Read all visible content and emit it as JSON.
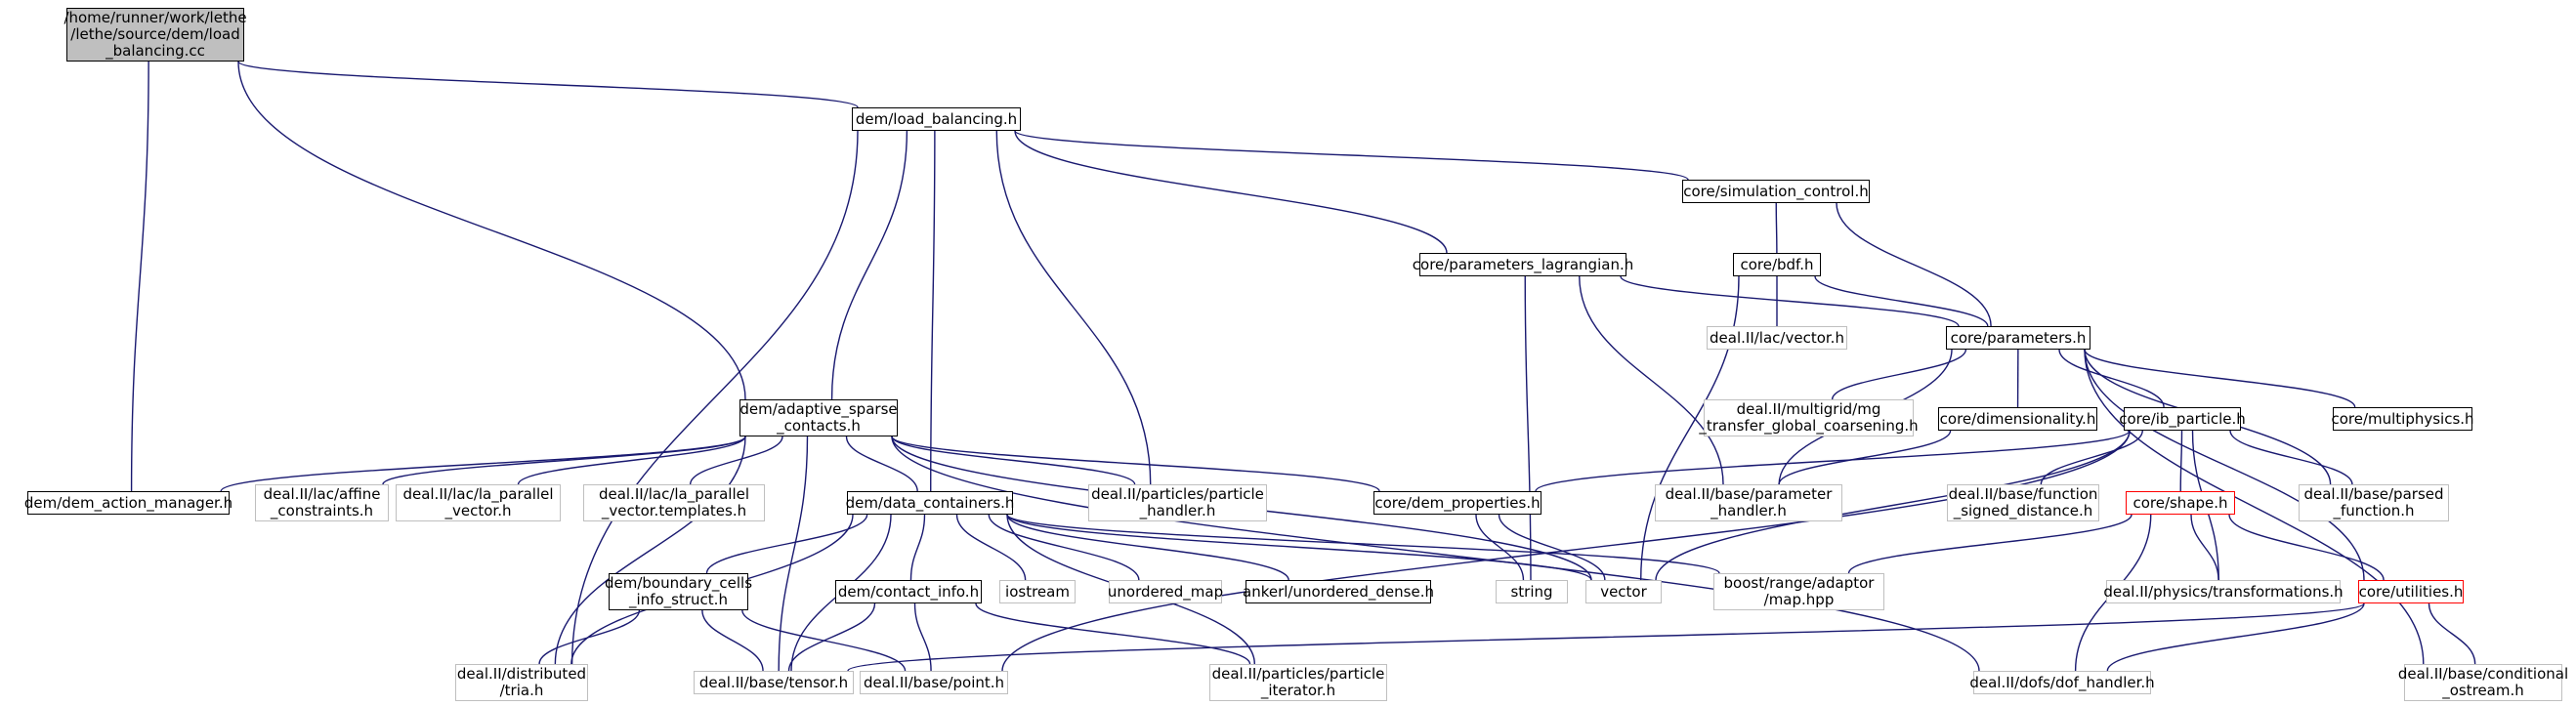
{
  "colors": {
    "edge": "#191970",
    "root_fill": "#bfbfbf",
    "external_border": "#bfbfbf",
    "truncated_border": "#ff0000"
  },
  "nodes": [
    {
      "id": "root",
      "lines": [
        "/home/runner/work/lethe",
        "/lethe/source/dem/load",
        "_balancing.cc"
      ],
      "kind": "root"
    },
    {
      "id": "load_balancing",
      "lines": [
        "dem/load_balancing.h"
      ],
      "kind": "normal"
    },
    {
      "id": "simulation_control",
      "lines": [
        "core/simulation_control.h"
      ],
      "kind": "normal"
    },
    {
      "id": "parameters_lagrangian",
      "lines": [
        "core/parameters_lagrangian.h"
      ],
      "kind": "normal"
    },
    {
      "id": "bdf",
      "lines": [
        "core/bdf.h"
      ],
      "kind": "normal"
    },
    {
      "id": "lac_vector",
      "lines": [
        "deal.II/lac/vector.h"
      ],
      "kind": "external"
    },
    {
      "id": "parameters",
      "lines": [
        "core/parameters.h"
      ],
      "kind": "normal"
    },
    {
      "id": "adaptive_sparse",
      "lines": [
        "dem/adaptive_sparse",
        "_contacts.h"
      ],
      "kind": "normal"
    },
    {
      "id": "mg_transfer",
      "lines": [
        "deal.II/multigrid/mg",
        "_transfer_global_coarsening.h"
      ],
      "kind": "external"
    },
    {
      "id": "dimensionality",
      "lines": [
        "core/dimensionality.h"
      ],
      "kind": "normal"
    },
    {
      "id": "ib_particle",
      "lines": [
        "core/ib_particle.h"
      ],
      "kind": "normal"
    },
    {
      "id": "multiphysics",
      "lines": [
        "core/multiphysics.h"
      ],
      "kind": "normal"
    },
    {
      "id": "dem_action_manager",
      "lines": [
        "dem/dem_action_manager.h"
      ],
      "kind": "normal"
    },
    {
      "id": "affine",
      "lines": [
        "deal.II/lac/affine",
        "_constraints.h"
      ],
      "kind": "external"
    },
    {
      "id": "la_parallel_vector",
      "lines": [
        "deal.II/lac/la_parallel",
        "_vector.h"
      ],
      "kind": "external"
    },
    {
      "id": "la_parallel_templates",
      "lines": [
        "deal.II/lac/la_parallel",
        "_vector.templates.h"
      ],
      "kind": "external"
    },
    {
      "id": "data_containers",
      "lines": [
        "dem/data_containers.h"
      ],
      "kind": "normal"
    },
    {
      "id": "particle_handler",
      "lines": [
        "deal.II/particles/particle",
        "_handler.h"
      ],
      "kind": "external"
    },
    {
      "id": "dem_properties",
      "lines": [
        "core/dem_properties.h"
      ],
      "kind": "normal"
    },
    {
      "id": "parameter_handler",
      "lines": [
        "deal.II/base/parameter",
        "_handler.h"
      ],
      "kind": "external"
    },
    {
      "id": "function_sd",
      "lines": [
        "deal.II/base/function",
        "_signed_distance.h"
      ],
      "kind": "external"
    },
    {
      "id": "shape",
      "lines": [
        "core/shape.h"
      ],
      "kind": "truncated"
    },
    {
      "id": "parsed_function",
      "lines": [
        "deal.II/base/parsed",
        "_function.h"
      ],
      "kind": "external"
    },
    {
      "id": "boundary_cells",
      "lines": [
        "dem/boundary_cells",
        "_info_struct.h"
      ],
      "kind": "normal"
    },
    {
      "id": "contact_info",
      "lines": [
        "dem/contact_info.h"
      ],
      "kind": "normal"
    },
    {
      "id": "iostream",
      "lines": [
        "iostream"
      ],
      "kind": "external"
    },
    {
      "id": "unordered_map",
      "lines": [
        "unordered_map"
      ],
      "kind": "external"
    },
    {
      "id": "unordered_dense",
      "lines": [
        "ankerl/unordered_dense.h"
      ],
      "kind": "normal"
    },
    {
      "id": "string",
      "lines": [
        "string"
      ],
      "kind": "external"
    },
    {
      "id": "vector",
      "lines": [
        "vector"
      ],
      "kind": "external"
    },
    {
      "id": "boost_map",
      "lines": [
        "boost/range/adaptor",
        "/map.hpp"
      ],
      "kind": "external"
    },
    {
      "id": "transformations",
      "lines": [
        "deal.II/physics/transformations.h"
      ],
      "kind": "external"
    },
    {
      "id": "utilities",
      "lines": [
        "core/utilities.h"
      ],
      "kind": "truncated"
    },
    {
      "id": "dist_tria",
      "lines": [
        "deal.II/distributed",
        "/tria.h"
      ],
      "kind": "external"
    },
    {
      "id": "tensor",
      "lines": [
        "deal.II/base/tensor.h"
      ],
      "kind": "external"
    },
    {
      "id": "point",
      "lines": [
        "deal.II/base/point.h"
      ],
      "kind": "external"
    },
    {
      "id": "particle_iterator",
      "lines": [
        "deal.II/particles/particle",
        "_iterator.h"
      ],
      "kind": "external"
    },
    {
      "id": "dof_handler",
      "lines": [
        "deal.II/dofs/dof_handler.h"
      ],
      "kind": "external"
    },
    {
      "id": "cond_ostream",
      "lines": [
        "deal.II/base/conditional",
        "_ostream.h"
      ],
      "kind": "external"
    }
  ],
  "edges": [
    [
      "root",
      "load_balancing"
    ],
    [
      "root",
      "adaptive_sparse"
    ],
    [
      "root",
      "dem_action_manager"
    ],
    [
      "load_balancing",
      "simulation_control"
    ],
    [
      "load_balancing",
      "parameters_lagrangian"
    ],
    [
      "load_balancing",
      "adaptive_sparse"
    ],
    [
      "load_balancing",
      "data_containers"
    ],
    [
      "load_balancing",
      "particle_handler"
    ],
    [
      "load_balancing",
      "dist_tria"
    ],
    [
      "simulation_control",
      "bdf"
    ],
    [
      "simulation_control",
      "parameters"
    ],
    [
      "bdf",
      "lac_vector"
    ],
    [
      "bdf",
      "parameters"
    ],
    [
      "bdf",
      "vector"
    ],
    [
      "parameters_lagrangian",
      "parameters"
    ],
    [
      "parameters_lagrangian",
      "parameter_handler"
    ],
    [
      "parameters_lagrangian",
      "string"
    ],
    [
      "parameters",
      "mg_transfer"
    ],
    [
      "parameters",
      "dimensionality"
    ],
    [
      "parameters",
      "ib_particle"
    ],
    [
      "parameters",
      "multiphysics"
    ],
    [
      "parameters",
      "parameter_handler"
    ],
    [
      "parameters",
      "parsed_function"
    ],
    [
      "parameters",
      "utilities"
    ],
    [
      "parameters",
      "cond_ostream"
    ],
    [
      "dimensionality",
      "parameter_handler"
    ],
    [
      "adaptive_sparse",
      "dem_action_manager"
    ],
    [
      "adaptive_sparse",
      "affine"
    ],
    [
      "adaptive_sparse",
      "la_parallel_vector"
    ],
    [
      "adaptive_sparse",
      "la_parallel_templates"
    ],
    [
      "adaptive_sparse",
      "data_containers"
    ],
    [
      "adaptive_sparse",
      "particle_handler"
    ],
    [
      "adaptive_sparse",
      "dem_properties"
    ],
    [
      "adaptive_sparse",
      "dist_tria"
    ],
    [
      "adaptive_sparse",
      "tensor"
    ],
    [
      "adaptive_sparse",
      "dof_handler"
    ],
    [
      "adaptive_sparse",
      "vector"
    ],
    [
      "ib_particle",
      "dem_properties"
    ],
    [
      "ib_particle",
      "function_sd"
    ],
    [
      "ib_particle",
      "shape"
    ],
    [
      "ib_particle",
      "parsed_function"
    ],
    [
      "ib_particle",
      "transformations"
    ],
    [
      "ib_particle",
      "vector"
    ],
    [
      "ib_particle",
      "point"
    ],
    [
      "shape",
      "utilities"
    ],
    [
      "shape",
      "transformations"
    ],
    [
      "shape",
      "boost_map"
    ],
    [
      "shape",
      "dof_handler"
    ],
    [
      "utilities",
      "tensor"
    ],
    [
      "utilities",
      "dof_handler"
    ],
    [
      "utilities",
      "cond_ostream"
    ],
    [
      "data_containers",
      "boundary_cells"
    ],
    [
      "data_containers",
      "contact_info"
    ],
    [
      "data_containers",
      "iostream"
    ],
    [
      "data_containers",
      "unordered_map"
    ],
    [
      "data_containers",
      "unordered_dense"
    ],
    [
      "data_containers",
      "boost_map"
    ],
    [
      "data_containers",
      "vector"
    ],
    [
      "data_containers",
      "dist_tria"
    ],
    [
      "data_containers",
      "tensor"
    ],
    [
      "data_containers",
      "particle_iterator"
    ],
    [
      "dem_properties",
      "string"
    ],
    [
      "dem_properties",
      "vector"
    ],
    [
      "boundary_cells",
      "dist_tria"
    ],
    [
      "boundary_cells",
      "tensor"
    ],
    [
      "boundary_cells",
      "point"
    ],
    [
      "contact_info",
      "tensor"
    ],
    [
      "contact_info",
      "point"
    ],
    [
      "contact_info",
      "particle_iterator"
    ]
  ]
}
